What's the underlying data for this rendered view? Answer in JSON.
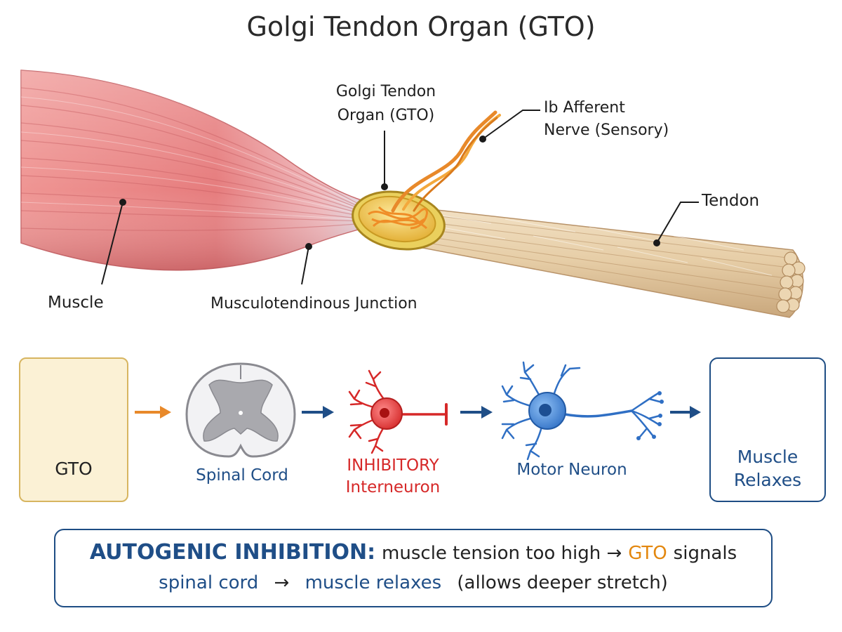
{
  "title": "Golgi Tendon Organ (GTO)",
  "anatomy_labels": {
    "gto_line1": "Golgi Tendon",
    "gto_line2": "Organ (GTO)",
    "nerve_line1": "Ib Afferent",
    "nerve_line2": "Nerve (Sensory)",
    "tendon": "Tendon",
    "muscle": "Muscle",
    "junction": "Musculotendinous Junction"
  },
  "pathway": {
    "gto": "GTO",
    "spinal_cord": "Spinal Cord",
    "interneuron_line1": "INHIBITORY",
    "interneuron_line2": "Interneuron",
    "motor_neuron": "Motor Neuron",
    "relax_line1": "Muscle",
    "relax_line2": "Relaxes"
  },
  "summary": {
    "heading": "AUTOGENIC INHIBITION:",
    "part1": "muscle tension too high →",
    "gto": "GTO",
    "signals": "signals",
    "spinal": "spinal cord",
    "arrow": "→",
    "relaxes": "muscle relaxes",
    "paren": "(allows deeper stretch)"
  },
  "colors": {
    "muscle": "#e8777a",
    "tendon": "#e6cda6",
    "gto": "#f2c63a",
    "nerve": "#f0962e",
    "accent_blue": "#1f4e87",
    "accent_orange": "#e3870e",
    "inhibitory_red": "#d62828",
    "motor_blue": "#3d7fd6"
  }
}
